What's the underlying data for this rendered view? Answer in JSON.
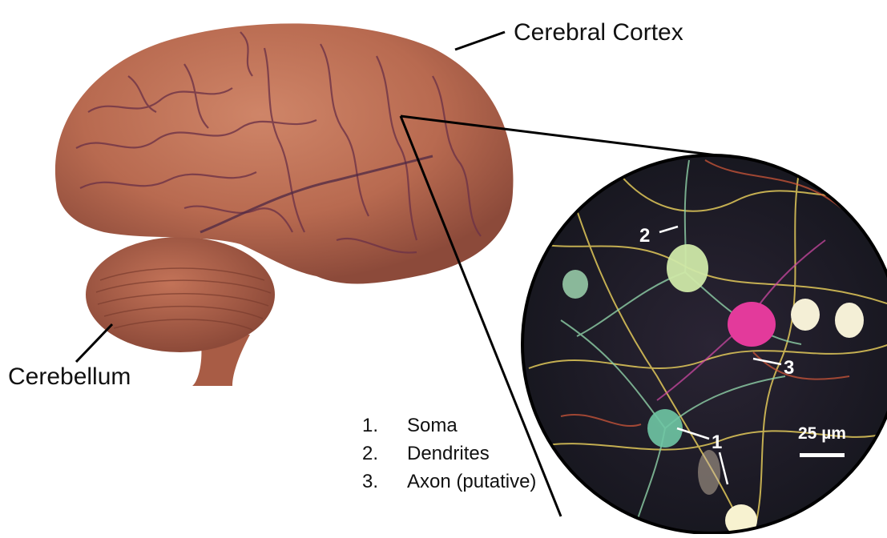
{
  "labels": {
    "cerebral_cortex": "Cerebral Cortex",
    "cerebellum": "Cerebellum"
  },
  "legend": [
    {
      "num": "1.",
      "text": "Soma"
    },
    {
      "num": "2.",
      "text": "Dendrites"
    },
    {
      "num": "3.",
      "text": "Axon (putative)"
    }
  ],
  "markers": {
    "m1": "1",
    "m2": "2",
    "m3": "3"
  },
  "scale_bar": "25 µm",
  "colors": {
    "brain": "#b86a50",
    "brain_shadow": "#7d3c2f",
    "sulci": "#5e3455",
    "micro_bg": "#1f1f2a",
    "neuron_yellow": "#e7d36a",
    "neuron_green": "#9bd29b",
    "neuron_magenta": "#e33a9b",
    "neuron_white": "#f4efd6"
  }
}
